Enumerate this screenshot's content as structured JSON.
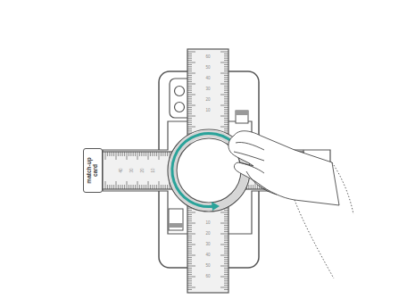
{
  "diagram": {
    "nodes": [
      {
        "text": [
          "match-up card"
        ]
      }
    ],
    "labels": [
      "60",
      "50",
      "40",
      "30",
      "20",
      "10",
      "10",
      "20",
      "30",
      "40",
      "50",
      "60",
      "40",
      "30",
      "20",
      "10"
    ]
  }
}
